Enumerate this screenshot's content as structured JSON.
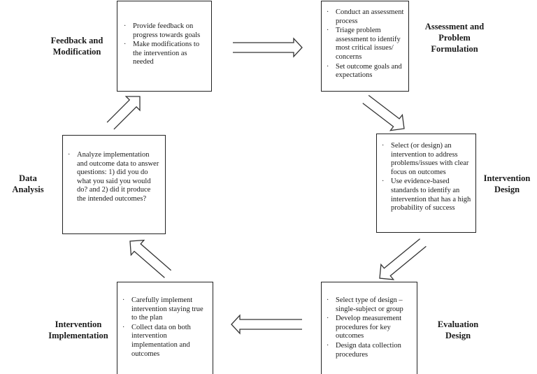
{
  "stages": [
    {
      "id": "feedback",
      "label": [
        "Feedback and",
        "Modification"
      ],
      "items": [
        "Provide feedback on progress towards goals",
        "Make modifications to the intervention as needed"
      ]
    },
    {
      "id": "assessment",
      "label": [
        "Assessment and",
        "Problem",
        "Formulation"
      ],
      "items": [
        "Conduct an assessment process",
        "Triage problem assessment to identify most critical issues/ concerns",
        "Set outcome goals and expectations"
      ]
    },
    {
      "id": "intervention_design",
      "label": [
        "Intervention",
        "Design"
      ],
      "items": [
        "Select (or design) an intervention to address problems/issues with clear focus on outcomes",
        "Use evidence-based standards to identify an intervention that has a high probability of success"
      ]
    },
    {
      "id": "evaluation_design",
      "label": [
        "Evaluation",
        "Design"
      ],
      "items": [
        "Select type of design – single-subject or group",
        "Develop measurement procedures for key outcomes",
        "Design data collection procedures"
      ]
    },
    {
      "id": "intervention_implementation",
      "label": [
        "Intervention",
        "Implementation"
      ],
      "items": [
        "Carefully implement intervention staying true to the plan",
        "Collect data on both intervention implementation and outcomes"
      ]
    },
    {
      "id": "data_analysis",
      "label": [
        "Data",
        "Analysis"
      ],
      "items": [
        "Analyze implementation and outcome data to answer questions: 1) did you do what you said you would do? and 2) did it produce the intended outcomes?"
      ]
    }
  ]
}
